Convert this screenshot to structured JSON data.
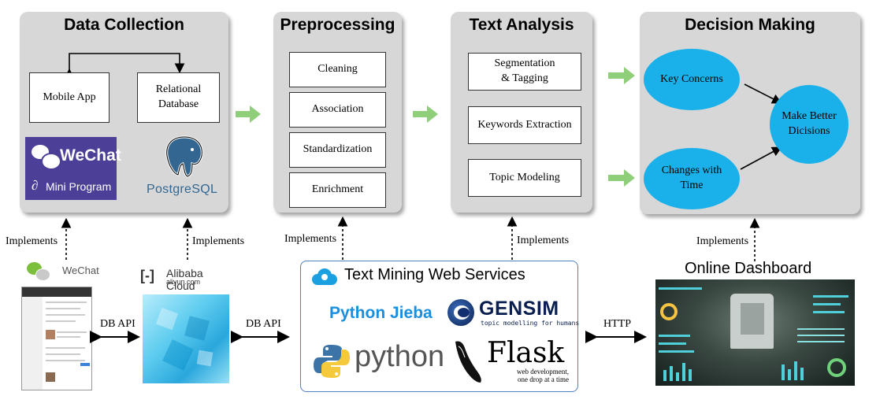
{
  "stages": {
    "data_collection": {
      "title": "Data Collection",
      "boxes": [
        "Mobile App",
        "Relational\nDatabase"
      ]
    },
    "preprocessing": {
      "title": "Preprocessing",
      "boxes": [
        "Cleaning",
        "Association",
        "Standardization",
        "Enrichment"
      ]
    },
    "text_analysis": {
      "title": "Text Analysis",
      "boxes": [
        "Segmentation\n& Tagging",
        "Keywords Extraction",
        "Topic Modeling"
      ]
    },
    "decision_making": {
      "title": "Decision Making",
      "nodes": [
        "Key Concerns",
        "Changes with\nTime",
        "Make Better\nDicisions"
      ]
    }
  },
  "logos": {
    "wechat_brand": "WeChat",
    "mini_program": "Mini Program",
    "postgres": "PostgreSQL",
    "wechat_small": "WeChat",
    "alibaba": "Alibaba Cloud",
    "aliyun": "aliyun.com",
    "python_jieba": "Python Jieba",
    "gensim": "GENSIM",
    "gensim_tag": "topic modelling for humans",
    "python": "python",
    "flask": "Flask",
    "flask_tag": "web development,\none drop at a time"
  },
  "bottom": {
    "implements": "Implements",
    "db_api": "DB API",
    "http": "HTTP",
    "services_title": "Text Mining Web Services",
    "dashboard_title": "Online Dashboard"
  },
  "colors": {
    "stage_bg": "#d7d7d7",
    "ellipse": "#1ab0ea",
    "green_arrow": "#8fcf7a",
    "services_border": "#4f81bd"
  }
}
